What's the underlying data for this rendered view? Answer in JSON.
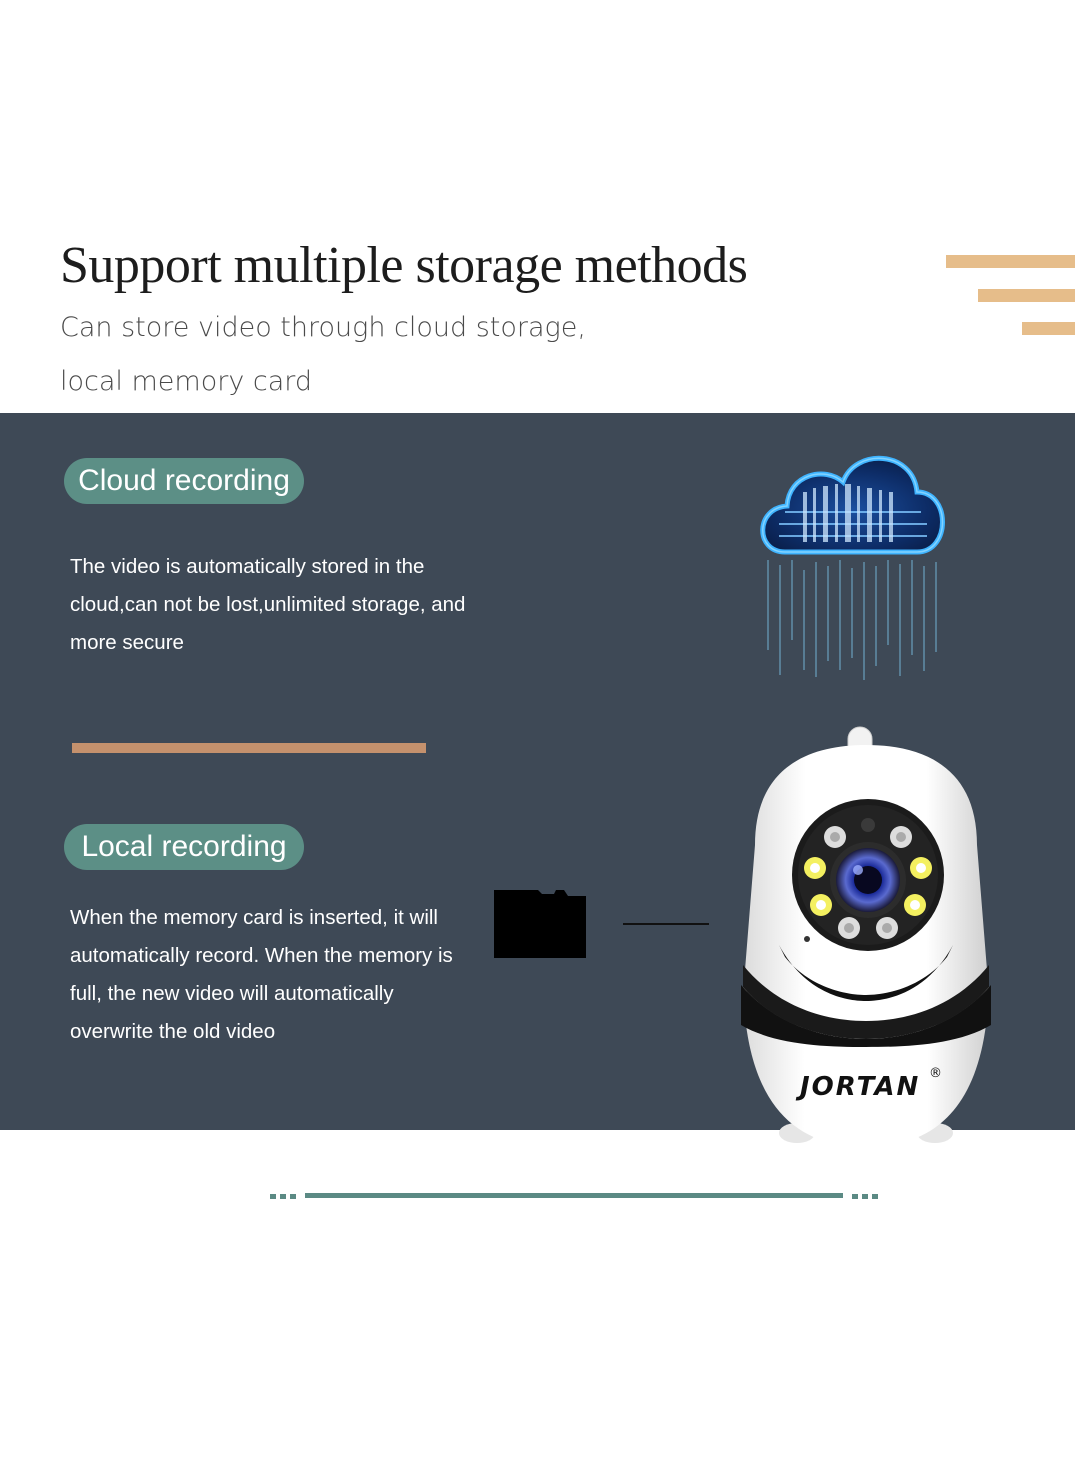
{
  "header": {
    "title": "Support multiple storage methods",
    "subtitle_line1": "Can store video through cloud storage,",
    "subtitle_line2": "local memory card"
  },
  "cloud_section": {
    "label": "Cloud recording",
    "description": "The video is automatically stored in the cloud,can not be lost,unlimited storage, and more secure"
  },
  "local_section": {
    "label": "Local recording",
    "description": "When the memory card is inserted, it will automatically record. When the memory is full, the new video will automatically overwrite the old video"
  },
  "brand": {
    "logo_text": "JORTAN",
    "registered": "®"
  },
  "colors": {
    "panel": "#3e4956",
    "pill": "#5c8f86",
    "accent_tan": "#e6bd8a",
    "divider": "#c4916d",
    "bottom_line": "#5b8a84"
  }
}
